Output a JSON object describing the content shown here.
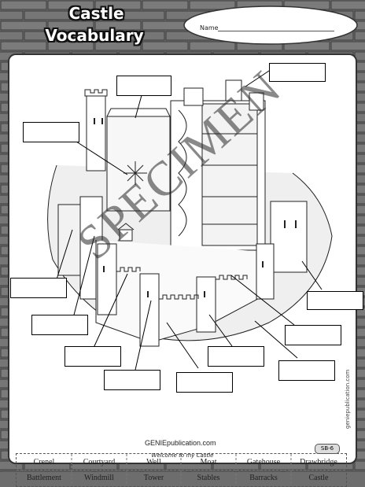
{
  "title": {
    "line1": "Castle",
    "line2": "Vocabulary"
  },
  "name_field": {
    "label": "Name"
  },
  "word_bank": {
    "row1": [
      "Crenel",
      "Courtyard",
      "Well",
      "Moat",
      "Gatehouse",
      "Drawbridge"
    ],
    "row2": [
      "Battlement",
      "Windmill",
      "Tower",
      "Stables",
      "Barracks",
      "Castle"
    ]
  },
  "footer": {
    "logo": "GENIEpublication.com",
    "tagline": "Welcome to my Castle",
    "website": "geniepublication.com",
    "code": "SB-6"
  },
  "watermark": "SPECIMEN"
}
